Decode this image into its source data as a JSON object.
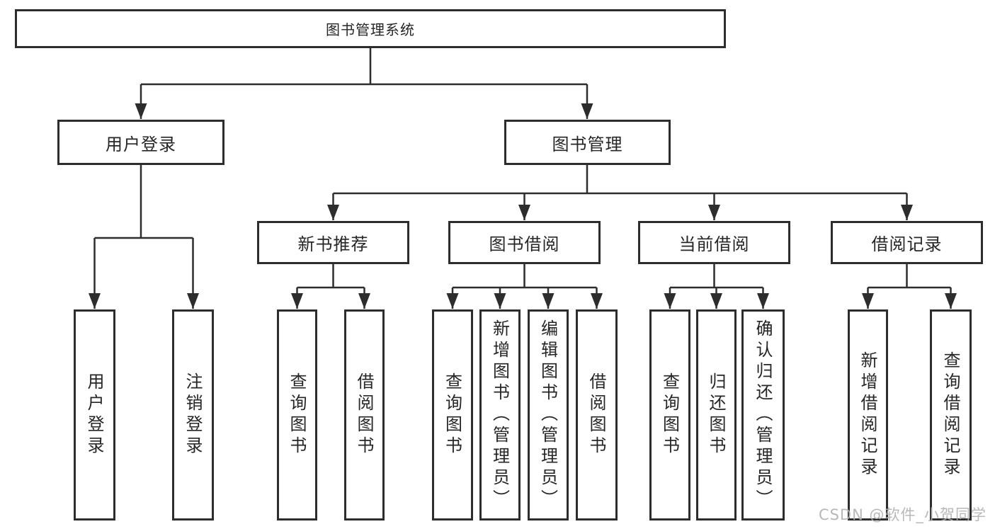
{
  "colors": {
    "line": "#2d2d2d",
    "box_border": "#2d2d2d",
    "text": "#262626",
    "background": "#ffffff",
    "watermark": "#b2b2b2"
  },
  "watermark": {
    "text": "CSDN @软件_小贺同学"
  },
  "tree": {
    "root": {
      "label": "图书管理系统"
    },
    "branches": [
      {
        "label": "用户登录",
        "children": [
          {
            "label": "用户登录"
          },
          {
            "label": "注销登录"
          }
        ]
      },
      {
        "label": "图书管理",
        "children": [
          {
            "label": "新书推荐",
            "children": [
              {
                "label": "查询图书"
              },
              {
                "label": "借阅图书"
              }
            ]
          },
          {
            "label": "图书借阅",
            "children": [
              {
                "label": "查询图书"
              },
              {
                "label": "新增图书（管理员）"
              },
              {
                "label": "编辑图书（管理员）"
              },
              {
                "label": "借阅图书"
              }
            ]
          },
          {
            "label": "当前借阅",
            "children": [
              {
                "label": "查询图书"
              },
              {
                "label": "归还图书"
              },
              {
                "label": "确认归还（管理员）"
              }
            ]
          },
          {
            "label": "借阅记录",
            "children": [
              {
                "label": "新增借阅记录"
              },
              {
                "label": "查询借阅记录"
              }
            ]
          }
        ]
      }
    ]
  }
}
